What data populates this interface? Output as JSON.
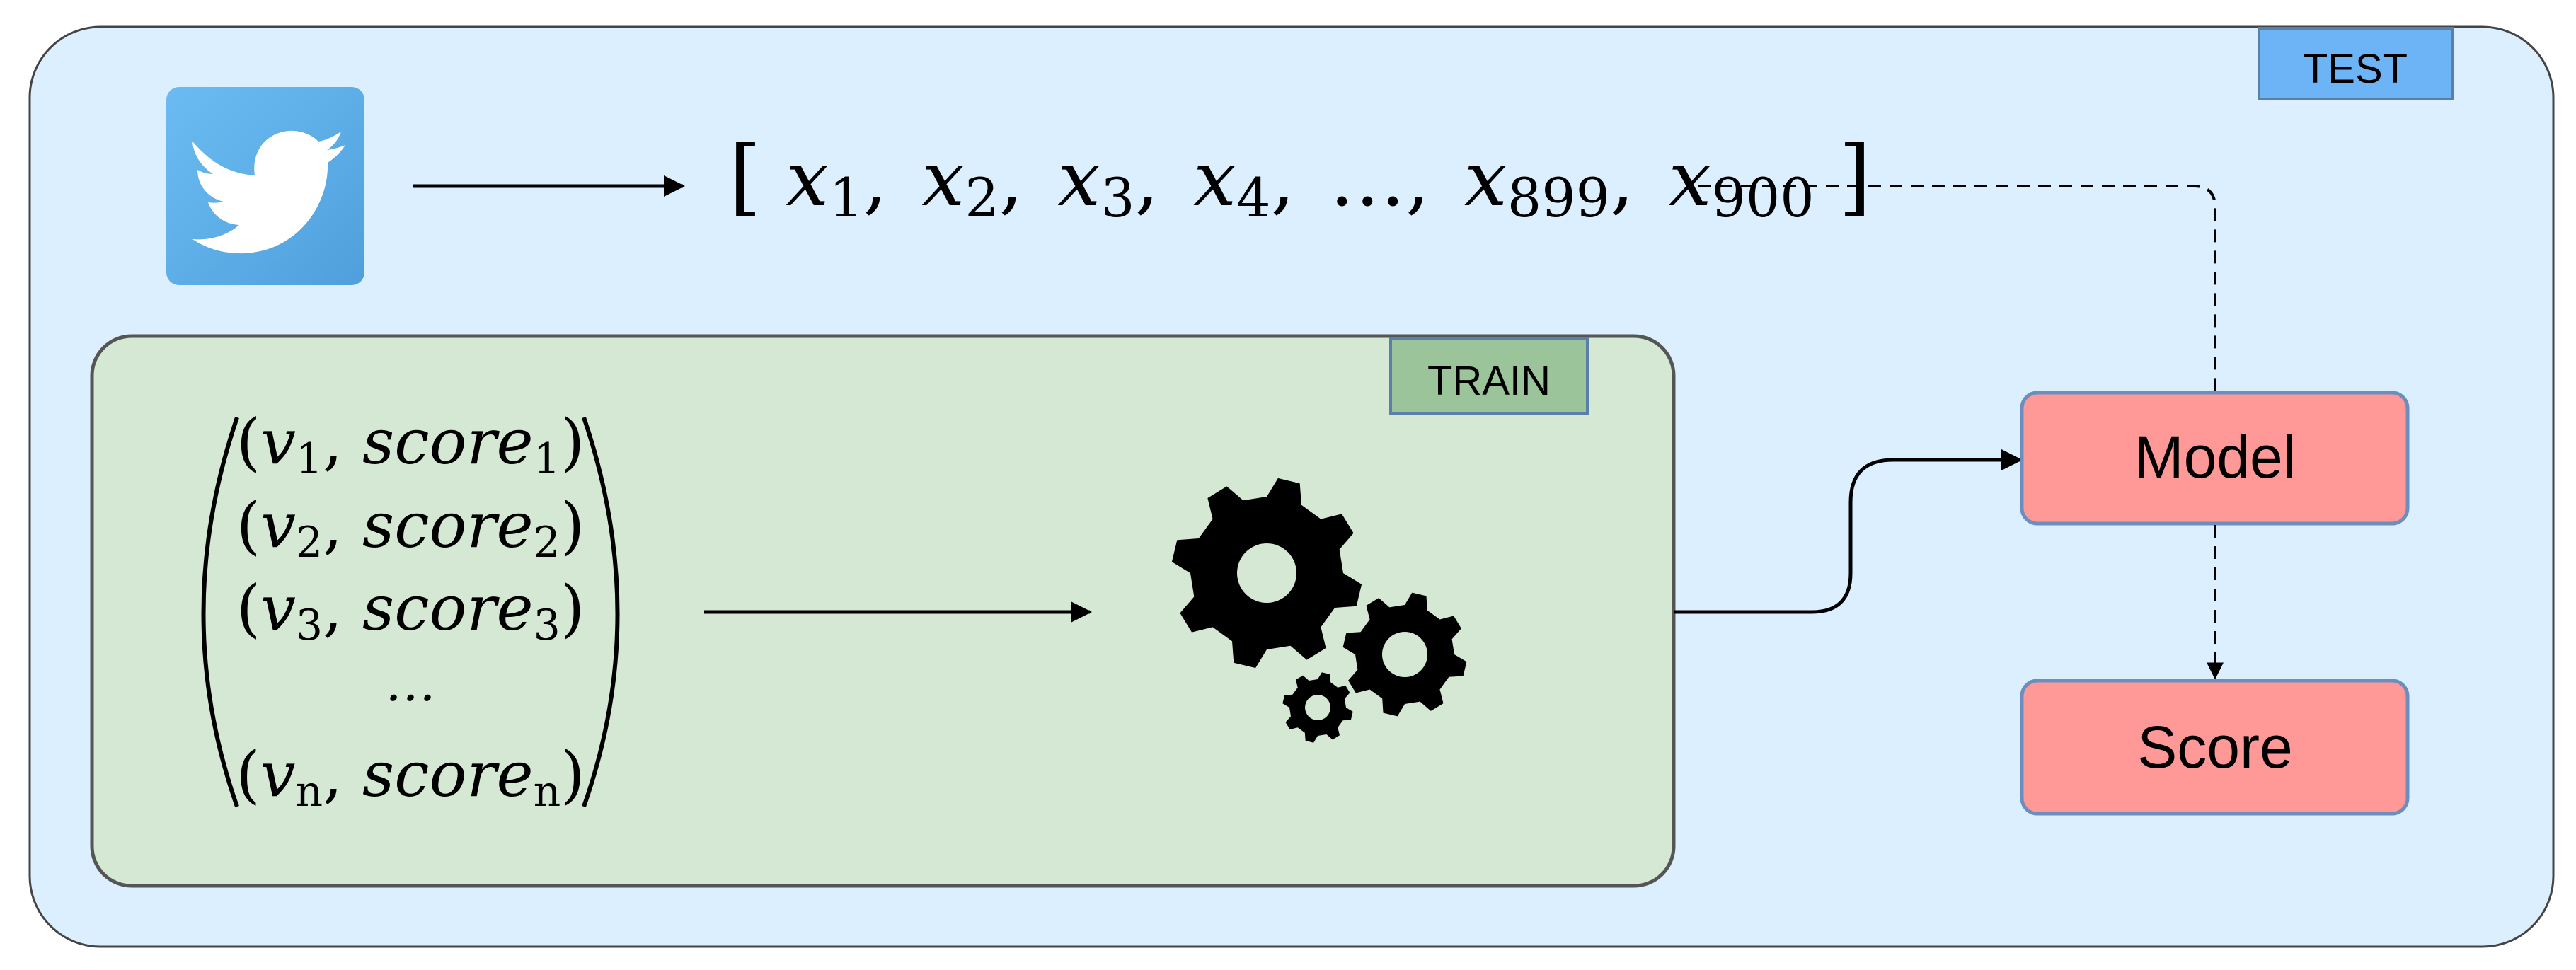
{
  "test_label": "TEST",
  "train_label": "TRAIN",
  "model_label": "Model",
  "score_label": "Score",
  "tweet_vector": {
    "open": "[",
    "close": "]",
    "items": [
      {
        "base": "x",
        "sub": "1",
        "sep": ","
      },
      {
        "base": "x",
        "sub": "2",
        "sep": ","
      },
      {
        "base": "x",
        "sub": "3",
        "sep": ","
      },
      {
        "base": "x",
        "sub": "4",
        "sep": ","
      },
      {
        "base": "…",
        "sub": "",
        "sep": ","
      },
      {
        "base": "x",
        "sub": "899",
        "sep": ","
      },
      {
        "base": "x",
        "sub": "900",
        "sep": ""
      }
    ]
  },
  "training_matrix": {
    "rows": [
      {
        "v_sub": "1",
        "score_sub": "1"
      },
      {
        "v_sub": "2",
        "score_sub": "2"
      },
      {
        "v_sub": "3",
        "score_sub": "3"
      },
      {
        "ellipsis": "…"
      },
      {
        "v_sub": "n",
        "score_sub": "n"
      }
    ],
    "var": "v",
    "score_word": "score"
  },
  "icons": {
    "source": "twitter-bird-icon",
    "trainer": "gears-icon"
  },
  "colors": {
    "test_bg": "#dcefff",
    "test_tag": "#6db4f7",
    "train_bg": "#d5e8d4",
    "train_tag": "#9bc49a",
    "node_fill": "#ff9997",
    "node_stroke": "#6c8ebf",
    "twitter": "#5aaeea"
  }
}
